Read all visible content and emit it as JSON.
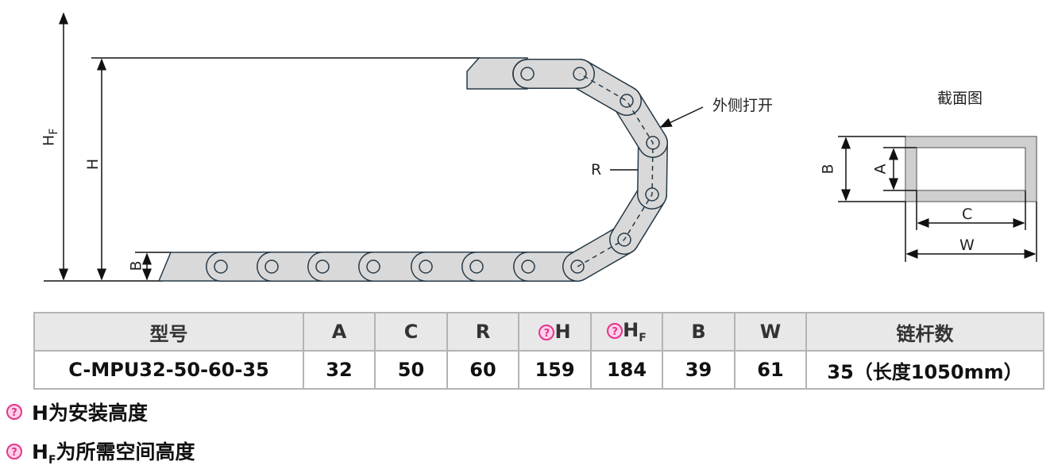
{
  "labels": {
    "hf": "H",
    "hf_sub": "F",
    "h": "H",
    "b": "B",
    "r": "R",
    "open_side": "外侧打开",
    "section_title": "截面图",
    "sec_b": "B",
    "sec_a": "A",
    "sec_c": "C",
    "sec_w": "W"
  },
  "table": {
    "headers": [
      "型号",
      "A",
      "C",
      "R",
      "H",
      "H",
      "B",
      "W",
      "链杆数"
    ],
    "hf_sub": "F",
    "row": [
      "C-MPU32-50-60-35",
      "32",
      "50",
      "60",
      "159",
      "184",
      "39",
      "61",
      "35（长度1050mm）"
    ]
  },
  "notes": [
    {
      "main": "H",
      "text": "为安装高度"
    },
    {
      "main": "H",
      "sub": "F",
      "text": "为所需空间高度"
    }
  ],
  "colors": {
    "link_fill": "#d9d9d9",
    "link_stroke": "#263a48",
    "header_bg": "#e8e8e8",
    "tip_pink": "#e6338f"
  }
}
